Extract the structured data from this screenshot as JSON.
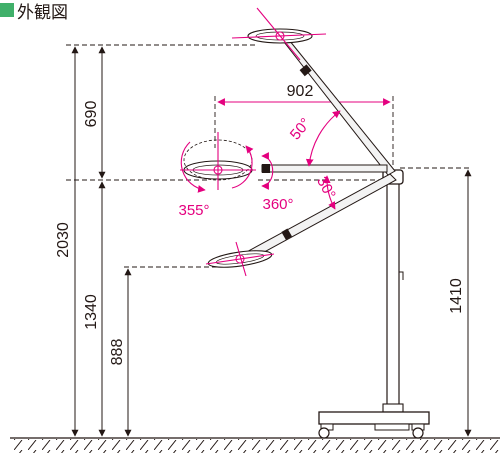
{
  "title": "外観図",
  "colors": {
    "accent": "#e4007f",
    "title_mark": "#40b06a",
    "line": "#231815",
    "arm": "#f3f3f3"
  },
  "dimensions": {
    "total_height": "2030",
    "upper_light_offset": "690",
    "mid_height": "1340",
    "lower_light_height": "888",
    "arm_height": "1410",
    "arm_reach": "902"
  },
  "angles": {
    "upper_arm": "50°",
    "lower_arm": "30°",
    "head_tilt": "355°",
    "head_rotation": "360°"
  }
}
